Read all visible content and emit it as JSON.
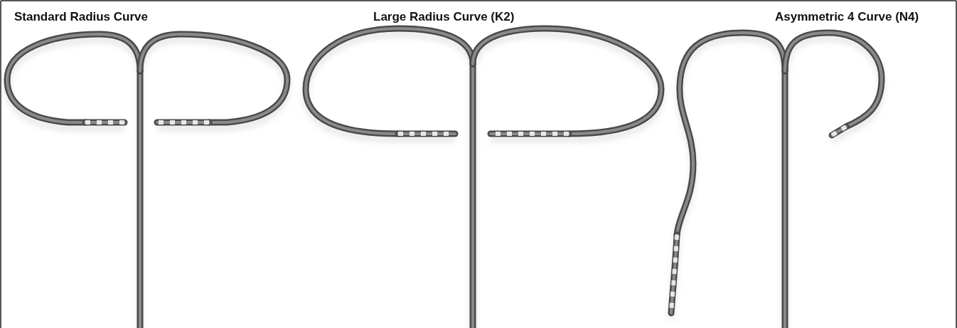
{
  "diagram": {
    "labels": [
      "Standard Radius Curve",
      "Large Radius Curve (K2)",
      "Asymmetric 4 Curve (N4)"
    ]
  }
}
